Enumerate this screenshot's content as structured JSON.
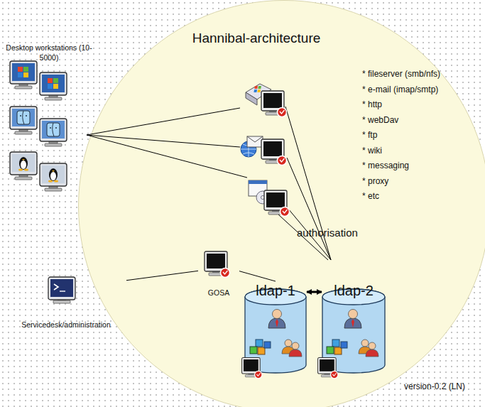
{
  "diagram": {
    "nodes": [
      {
        "text": [
          "Hannibal-architecture"
        ]
      },
      {
        "text": [
          "Desktop workstations (10-5000)"
        ]
      },
      {
        "text": [
          "GOSA"
        ],
        "in": 0
      },
      {
        "text": [
          "ldap-1"
        ],
        "in": 0
      },
      {
        "text": [
          "ldap-2"
        ],
        "in": 0
      },
      {
        "text": [
          "Servicedesk/administration"
        ]
      }
    ],
    "edges": [
      {
        "from": 5,
        "to": 2,
        "arrow": "none"
      },
      {
        "from": 2,
        "to": 3,
        "arrow": "none"
      },
      {
        "from": 3,
        "to": 4,
        "arrow": "both"
      }
    ],
    "labels": [
      "* fileserver (smb/nfs)",
      "* e-mail (imap/smtp)",
      "* http",
      "* webDav",
      "* ftp",
      "* wiki",
      "* messaging",
      "* proxy",
      "* etc",
      "authorisation",
      "version-0.2 (LN)"
    ]
  }
}
